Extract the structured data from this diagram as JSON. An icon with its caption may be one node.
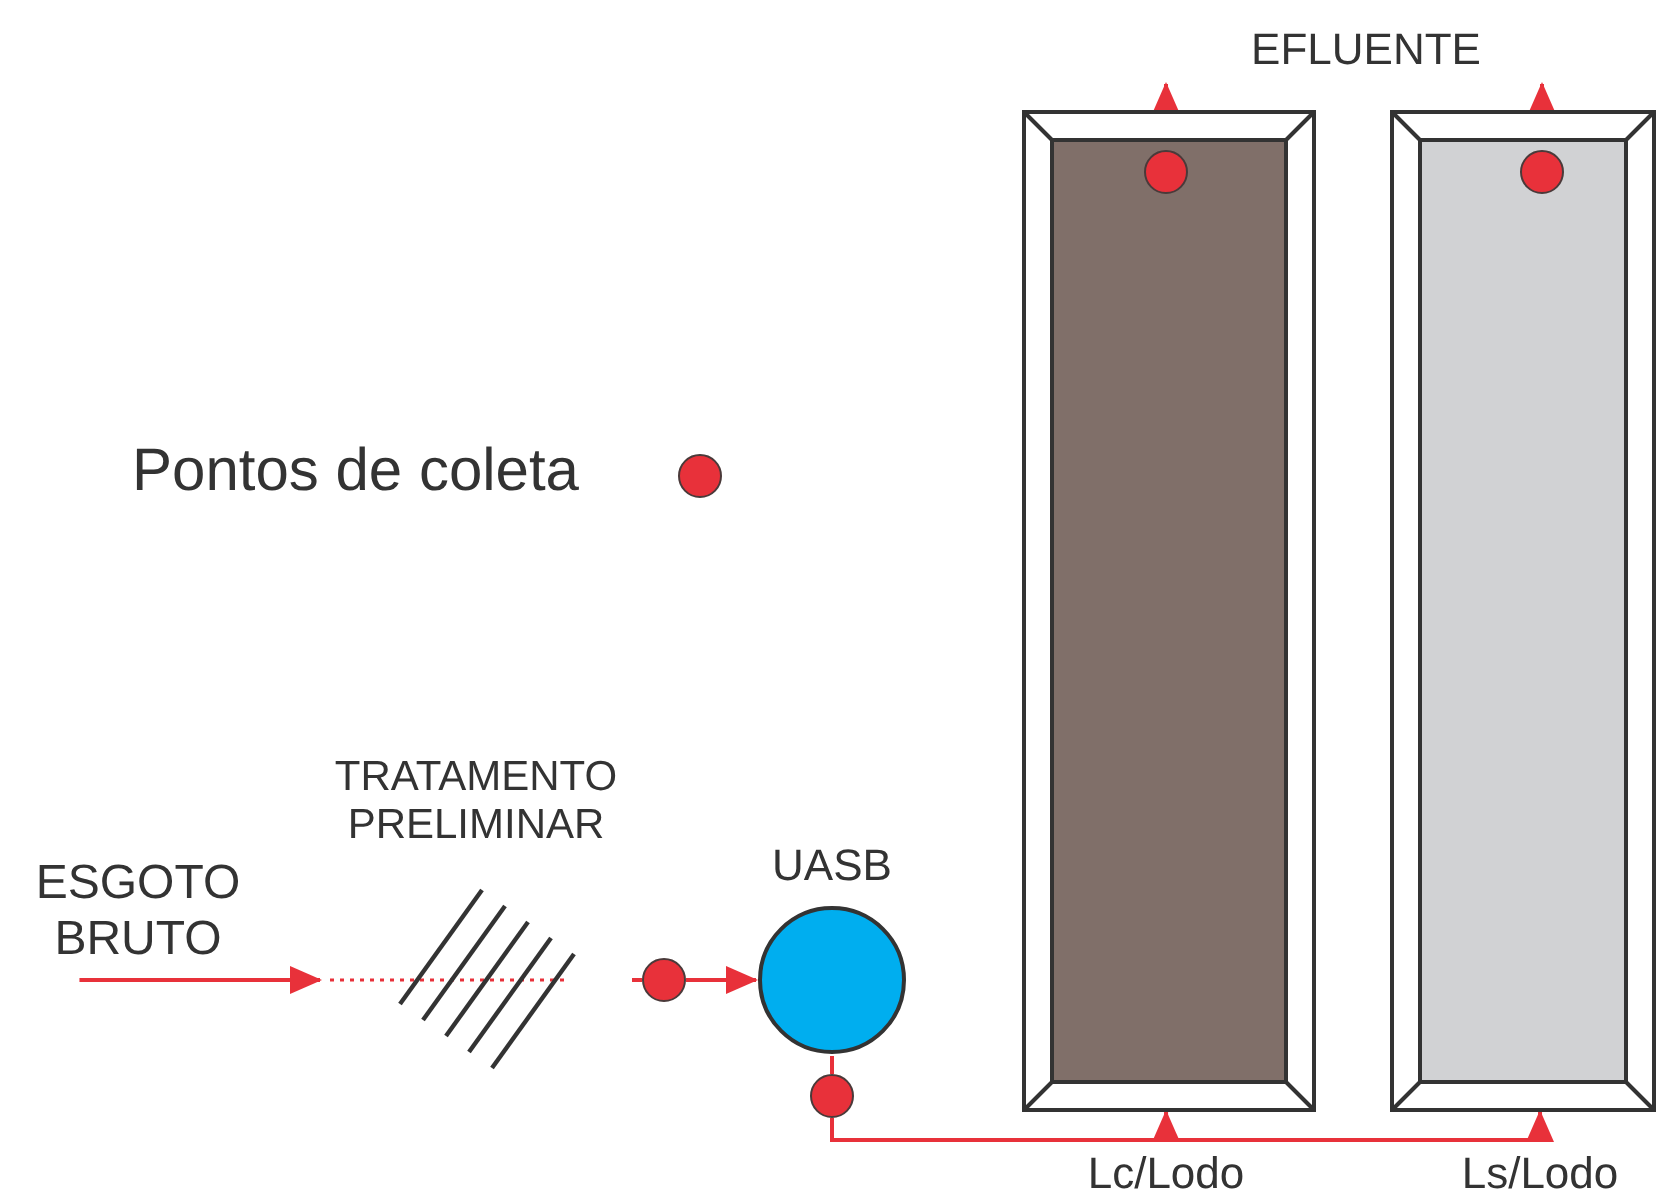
{
  "diagram": {
    "nodes": [
      {
        "text": [
          "ESGOTO BRUTO"
        ]
      },
      {
        "text": [
          "TRATAMENTO PRELIMINAR"
        ]
      },
      {
        "text": [],
        "shape": "circle"
      },
      {
        "text": [
          "UASB"
        ]
      },
      {
        "text": [],
        "shape": "circle"
      },
      {
        "text": [],
        "shape": "box",
        "beside": [
          "Lc/Lodo"
        ]
      },
      {
        "text": [],
        "shape": "circle",
        "in": 5
      },
      {
        "text": [],
        "shape": "box",
        "beside": [
          "Ls/Lodo"
        ]
      },
      {
        "text": [],
        "shape": "circle",
        "in": 7
      }
    ],
    "edges": [
      {
        "from": 0,
        "to": 1,
        "arrow": "to"
      },
      {
        "from": 1,
        "to": 2,
        "arrow": "none"
      },
      {
        "from": 2,
        "to": 3,
        "arrow": "to"
      },
      {
        "from": 3,
        "to": 4,
        "arrow": "none"
      },
      {
        "from": 4,
        "to": 5,
        "arrow": "to"
      },
      {
        "from": 4,
        "to": 7,
        "arrow": "to"
      },
      {
        "from": 6,
        "to": null,
        "arrow": "to"
      },
      {
        "from": 8,
        "to": null,
        "arrow": "to"
      }
    ],
    "labels": [
      "EFLUENTE"
    ],
    "legend": [
      {
        "text": "Pontos de coleta",
        "color": "#e8313a"
      }
    ]
  }
}
